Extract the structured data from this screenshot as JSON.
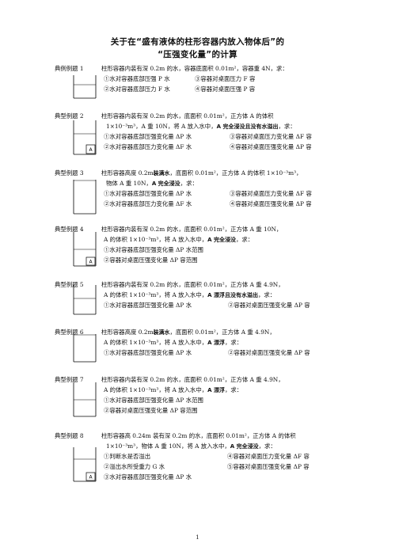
{
  "document": {
    "title_line1": "关于在“盛有液体的柱形容器内放入物体后”的",
    "title_line2": "“压强变化量”的计算",
    "page_number": "1"
  },
  "problems": [
    {
      "label": "典例例题 1",
      "lines": [
        "柱形容器内装有深 0.2m 的水，容器底面积 0.01m²，容器重 4N，求："
      ],
      "items": [
        [
          "①水对容器底部压强 P 水",
          "③容器对桌面压力 F 容"
        ],
        [
          "②水对容器底部压力 F 水",
          "④容器对桌面压强 P 容"
        ]
      ]
    },
    {
      "label": "典型例题 2",
      "lines": [
        "柱形容器内装有深 0.2m 的水，底面积 0.01m²，正方体 A 的体积",
        "1×10⁻³m³，A 重 10N，将 A 放入水中，",
        "A 完全浸没且没有水溢出",
        "，求："
      ],
      "items": [
        [
          "①水对容器底部压强变化量 ΔP 水",
          "③容器对桌面压力变化量 ΔF 容"
        ],
        [
          "②水对容器底部压力变化量 ΔF 水",
          "④容器对桌面压强变化量 ΔP 容"
        ]
      ]
    },
    {
      "label": "典型例题 3",
      "lines": [
        "柱形容器高度 0.2m",
        "装满水",
        "，底面积 0.01m²，正方体 A 的体积 1×10⁻³m³，",
        "物体 A 重 10N，",
        "A 完全浸没",
        "，求："
      ],
      "items": [
        [
          "①水对容器底部压强变化量 ΔP 水",
          "③容器对桌面压力变化量 ΔF 容"
        ],
        [
          "②水对容器底部压力变化量 ΔF 水",
          "④容器对桌面压强变化量 ΔP 容"
        ]
      ]
    },
    {
      "label": "典型例题 4",
      "lines": [
        "柱形容器内装有深 0.2m 的水，底面积 0.01m²，正方体 A 重 10N，",
        "A 的体积 1×10⁻³m³，将 A 放入水中，",
        "A 完全浸没",
        "，求："
      ],
      "items": [
        [
          "①水对容器底部压强变化量 ΔP 水范围"
        ],
        [
          "②容器对桌面压强变化量 ΔP 容范围"
        ]
      ]
    },
    {
      "label": "典型例题 5",
      "lines": [
        "柱形容器内装有深 0.2m 的水，底面积 0.01m²，正方体 A 重 4.9N，",
        "A 的体积 1×10⁻³m³，将 A 放入水中，",
        "A 漂浮且没有水溢出",
        "，求："
      ],
      "items": [
        [
          "①水对容器底部压强变化量 ΔP 水",
          "②容器对桌面压强变化量 ΔP 容"
        ]
      ]
    },
    {
      "label": "典型例题 6",
      "lines": [
        "柱形容器高度 0.2m",
        "装满水",
        "，底面积 0.01m²，正方体 A 重 4.9N，",
        "A 的体积 1×10⁻³m³，将 A 放入水中，",
        "A 漂浮",
        "，求："
      ],
      "items": [
        [
          "①水对容器底部压强变化量 ΔP 水",
          "②容器对桌面压强变化量 ΔP 容"
        ]
      ]
    },
    {
      "label": "典型例题 7",
      "lines": [
        "柱形容器内装有深 0.2m 的水，底面积 0.01m²，正方体 A 重 4.9N，",
        "A 的体积 1×10⁻³m³，将 A 放入水中，",
        "A 漂浮",
        "，求："
      ],
      "items": [
        [
          "①水对容器底部压强变化量 ΔP 水范围"
        ],
        [
          "②容器对桌面压强变化量 ΔP 容范围"
        ]
      ]
    },
    {
      "label": "典型例题 8",
      "lines": [
        "柱形容器高 0.24m 装有深 0.2m 的水，底面积 0.01m²，正方体 A 的体积",
        "1×10⁻³m³，物体 A 重 10N，将 A 放入水中，",
        "A 完全浸没",
        "，求："
      ],
      "items": [
        [
          "①判断水是否溢出",
          "④容器对桌面压力变化量 ΔF 容"
        ],
        [
          "②溢出水所受重力 G 水",
          "⑤容器对桌面压强变化量 ΔP 容"
        ],
        [
          "③水对容器底部压强变化量 ΔP 水"
        ]
      ]
    }
  ],
  "figure": {
    "block_label": "A"
  }
}
